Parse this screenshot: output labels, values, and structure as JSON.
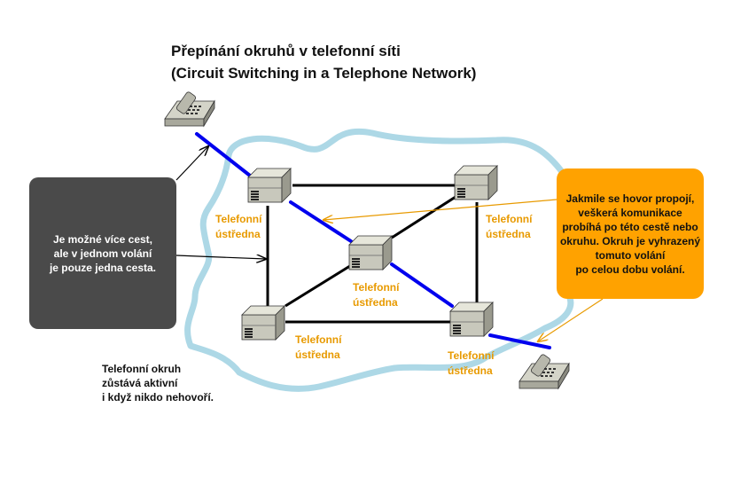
{
  "title": {
    "line1": "Přepínání okruhů v telefonní síti",
    "line2": "(Circuit Switching in a Telephone Network)"
  },
  "exchange_label": [
    "Telefonní",
    "ústředna"
  ],
  "left_note": [
    "Je možné více cest,",
    "ale v jednom volání",
    "je pouze jedna cesta."
  ],
  "right_note": [
    "Jakmile se hovor propojí,",
    "veškerá komunikace",
    "probíhá po této cestě nebo",
    "okruhu. Okruh je vyhrazený",
    "tomuto volání",
    "po celou dobu volání."
  ],
  "bottom_note": [
    "Telefonní okruh",
    "zůstává aktivní",
    "i když nikdo nehovoří."
  ],
  "colors": {
    "cloud": "#add8e6",
    "active_path": "#0000ee",
    "link": "#000000",
    "label": "#e89a00",
    "callout_orange": "#ffa200",
    "callout_dark": "#4a4a4a"
  },
  "icons": [
    "telephone-icon",
    "switch-icon"
  ]
}
